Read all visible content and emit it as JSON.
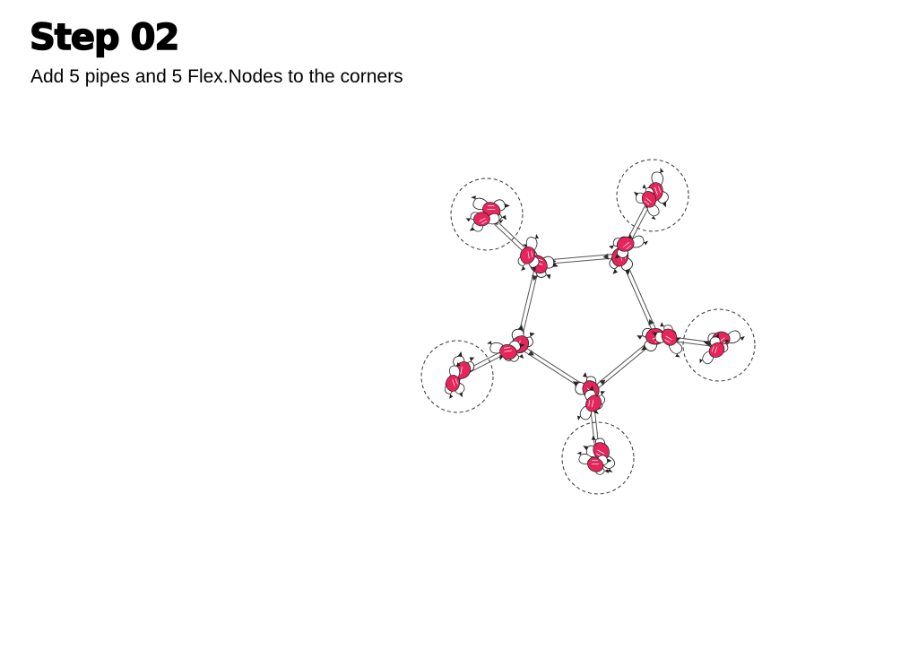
{
  "step": {
    "title": "Step 02",
    "subtitle": "Add 5 pipes and 5 Flex.Nodes to the corners"
  },
  "diagram": {
    "node_accent": "#e8245c",
    "node_outline": "#222222",
    "pipe_color": "#555555",
    "highlight_circle_style": "dashed",
    "pentagon_corner_count": 5,
    "outer_pipe_count": 5,
    "outer_flex_node_count": 5
  }
}
